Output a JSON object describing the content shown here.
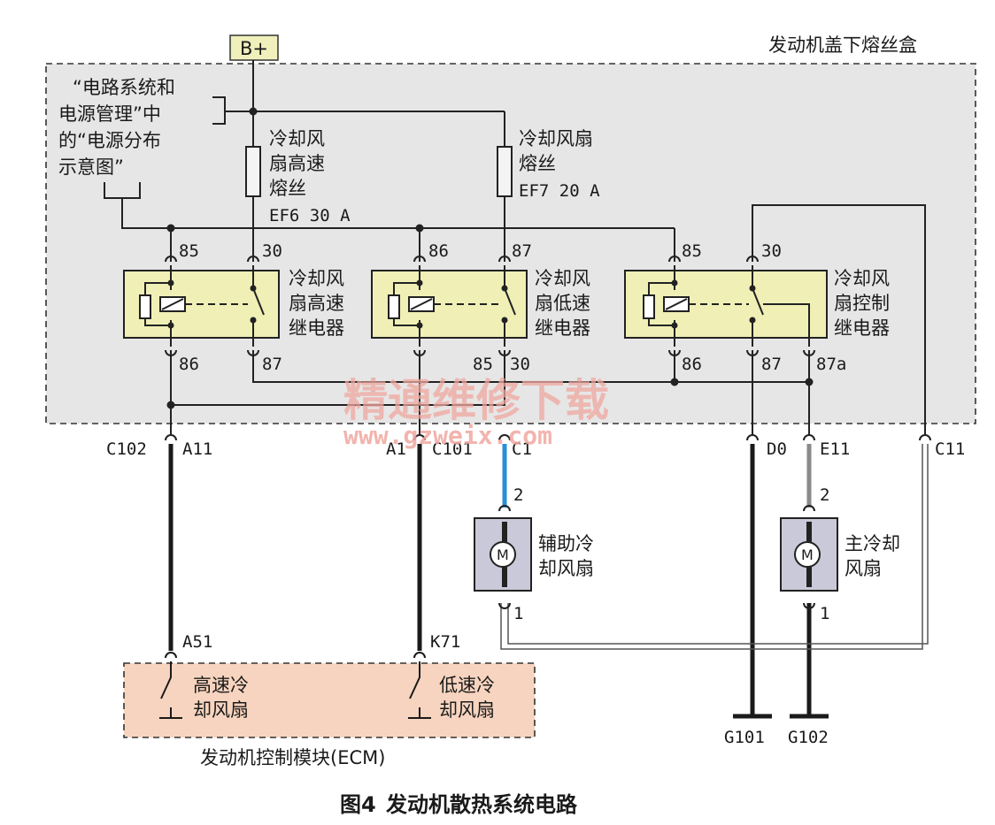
{
  "diagram": {
    "fuse_box_label": "发动机盖下熔丝盒",
    "battery_label": "B+",
    "reference_note": [
      "“电路系统和",
      "电源管理”中",
      "的“电源分布",
      "示意图”"
    ],
    "fuses": [
      {
        "name": [
          "冷却风",
          "扇高速",
          "熔丝"
        ],
        "rating": "EF6 30 A"
      },
      {
        "name": [
          "冷却风扇",
          "熔丝"
        ],
        "rating": "EF7 20 A"
      }
    ],
    "relays": [
      {
        "name": [
          "冷却风",
          "扇高速",
          "继电器"
        ],
        "pins": {
          "coil_top": "85",
          "switch_top": "30",
          "coil_bottom": "86",
          "switch_bottom": "87"
        }
      },
      {
        "name": [
          "冷却风",
          "扇低速",
          "继电器"
        ],
        "pins": {
          "coil_top": "86",
          "switch_top": "87",
          "coil_bottom": "85",
          "switch_bottom": "30"
        }
      },
      {
        "name": [
          "冷却风",
          "扇控制",
          "继电器"
        ],
        "pins": {
          "coil_top": "85",
          "switch_top": "30",
          "coil_bottom": "86",
          "switch_bottom": "87",
          "switch_nc": "87a"
        }
      }
    ],
    "connectors": {
      "c102": "C102",
      "a11": "A11",
      "a1": "A1",
      "c101": "C101",
      "c1": "C1",
      "d0": "D0",
      "e11": "E11",
      "c11": "C11"
    },
    "motors": [
      {
        "name": [
          "辅助冷",
          "却风扇"
        ],
        "pin_top": "2",
        "pin_bottom": "1",
        "symbol": "M"
      },
      {
        "name": [
          "主冷却",
          "风扇"
        ],
        "pin_top": "2",
        "pin_bottom": "1",
        "symbol": "M"
      }
    ],
    "ecm": {
      "label": "发动机控制模块(ECM)",
      "pin_high": "A51",
      "pin_low": "K71",
      "switch_high": [
        "高速冷",
        "却风扇"
      ],
      "switch_low": [
        "低速冷",
        "却风扇"
      ]
    },
    "grounds": [
      "G101",
      "G102"
    ],
    "watermark": {
      "cn": "精通维修下载",
      "url": "www.gzweix.com"
    },
    "caption": {
      "number": "图4",
      "title": "发动机散热系统电路"
    },
    "colors": {
      "fusebox_fill": "#e6e6e6",
      "relay_fill": "#efefb6",
      "ecm_fill": "#f7d4bf",
      "wire_blue": "#2a8fd6",
      "wire_gray": "#8a8a8a",
      "motor_fill": "#c9c9d9"
    }
  }
}
